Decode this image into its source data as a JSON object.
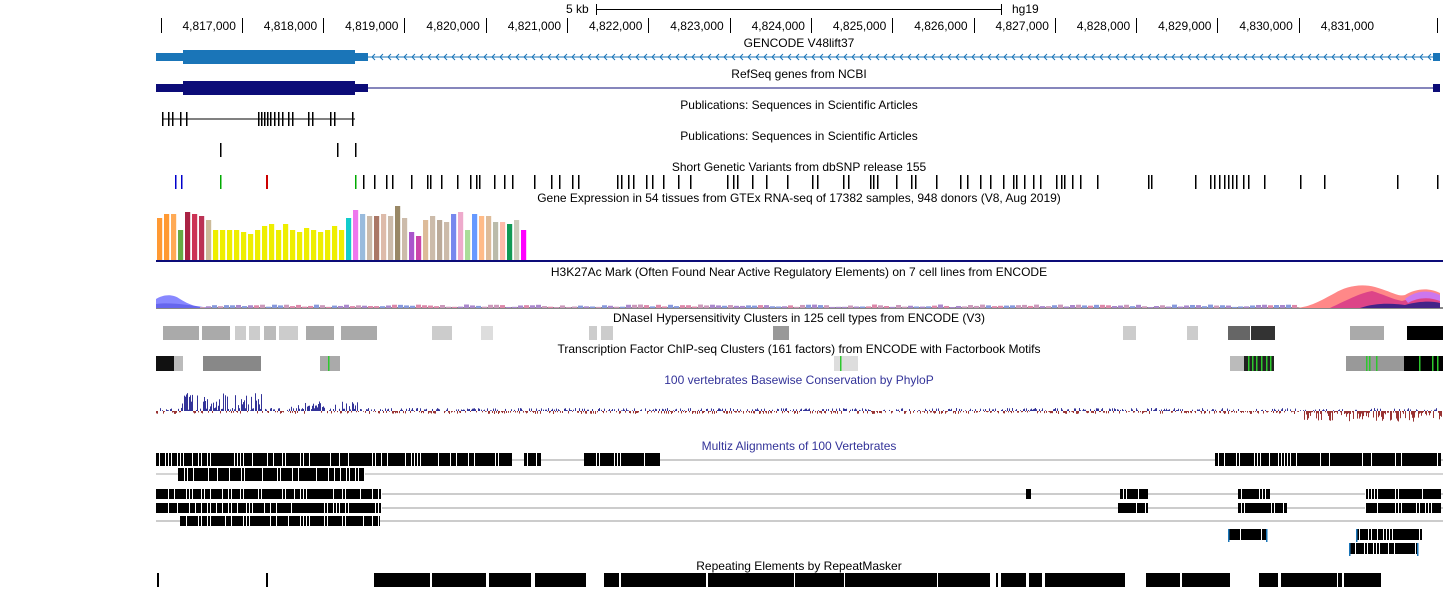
{
  "ruler": {
    "scale_label": "5 kb",
    "assembly": "hg19",
    "positions": [
      "4,817,000",
      "4,818,000",
      "4,819,000",
      "4,820,000",
      "4,821,000",
      "4,822,000",
      "4,823,000",
      "4,824,000",
      "4,825,000",
      "4,826,000",
      "4,827,000",
      "4,828,000",
      "4,829,000",
      "4,830,000",
      "4,831,000"
    ]
  },
  "tracks": {
    "gencode": "GENCODE V48lift37",
    "refseq": "RefSeq genes from NCBI",
    "pubs1": "Publications: Sequences in Scientific Articles",
    "pubs2": "Publications: Sequences in Scientific Articles",
    "snp": "Short Genetic Variants from dbSNP release 155",
    "gtex": "Gene Expression in 54 tissues from GTEx RNA-seq of 17382 samples, 948 donors (V8, Aug 2019)",
    "h3k27ac": "H3K27Ac Mark (Often Found Near Active Regulatory Elements) on 7 cell lines from ENCODE",
    "dnase": "DNaseI Hypersensitivity Clusters in 125 cell types from ENCODE (V3)",
    "tfbs": "Transcription Factor ChIP-seq Clusters (161 factors) from ENCODE with Factorbook Motifs",
    "phylop": "100 vertebrates Basewise Conservation by PhyloP",
    "multiz": "Multiz Alignments of 100 Vertebrates",
    "rmsk": "Repeating Elements by RepeatMasker"
  },
  "colors": {
    "gencode": "#1a75b8",
    "refseq": "#0c0c78",
    "phylop_pos": "#333399",
    "phylop_neg": "#993333",
    "tfbs_motif": "#2ec82e"
  },
  "gtex_colors": [
    "#ff9933",
    "#ff9933",
    "#ffaa55",
    "#66aa44",
    "#aa2244",
    "#cc3355",
    "#bb3355",
    "#ccbb99",
    "#eeee00",
    "#eeee00",
    "#eeee00",
    "#eeee00",
    "#eeee00",
    "#eeee00",
    "#eeee00",
    "#eeee00",
    "#eeee00",
    "#eeee00",
    "#eeee00",
    "#eeee00",
    "#eeee00",
    "#eeee00",
    "#eeee00",
    "#eeee00",
    "#eeee00",
    "#eeee00",
    "#eeee00",
    "#11cccc",
    "#ee77ee",
    "#99bbdd",
    "#ccbbaa",
    "#aa7766",
    "#ddbbaa",
    "#ccbbaa",
    "#998866",
    "#ccbbaa",
    "#aa55cc",
    "#cc44aa",
    "#ddbb99",
    "#ccbbaa",
    "#bbaa99",
    "#ccbbaa",
    "#7788ee",
    "#eeaacc",
    "#aadd99",
    "#6699ff",
    "#ffbb88",
    "#ddbb99",
    "#bbbbaa",
    "#ffbbaa",
    "#119955",
    "#ccccbb",
    "#ff00ff"
  ]
}
